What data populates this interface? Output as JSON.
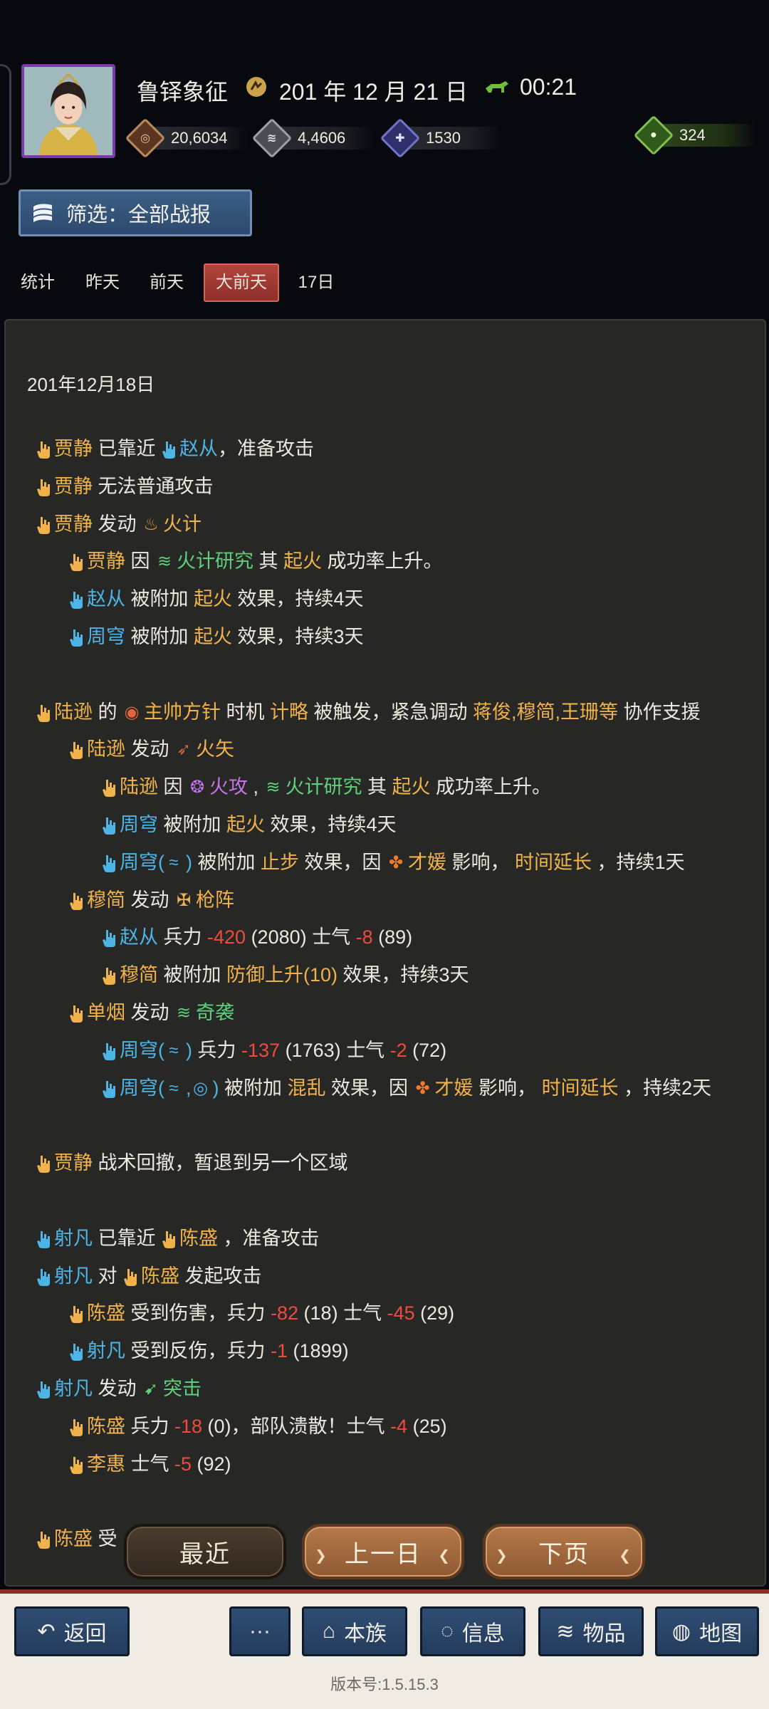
{
  "header": {
    "player_name": "鲁铎象征",
    "date": "201 年 12 月 21 日",
    "time": "00:21",
    "resources": [
      {
        "icon": "copper-coin-icon",
        "value": "20,6034",
        "color": "#b98a5c"
      },
      {
        "icon": "grain-icon",
        "value": "4,4606",
        "color": "#9aa0a8"
      },
      {
        "icon": "soldier-icon",
        "value": "1530",
        "color": "#6f74c8"
      },
      {
        "icon": "potion-icon",
        "value": "324",
        "color": "#5aa640"
      }
    ]
  },
  "filter": {
    "label": "筛选：全部战报"
  },
  "tabs": [
    {
      "label": "统计",
      "active": false
    },
    {
      "label": "昨天",
      "active": false
    },
    {
      "label": "前天",
      "active": false
    },
    {
      "label": "大前天",
      "active": true
    },
    {
      "label": "17日",
      "active": false
    }
  ],
  "report": {
    "date_heading": "201年12月18日",
    "lines": [
      {
        "indent": 0,
        "segments": [
          {
            "text": "贾静",
            "color": "gold",
            "hand": "gold"
          },
          {
            "text": " 已靠近 ",
            "color": "white"
          },
          {
            "text": "赵从",
            "color": "blue",
            "hand": "blue"
          },
          {
            "text": "，准备攻击",
            "color": "white"
          }
        ]
      },
      {
        "indent": 0,
        "segments": [
          {
            "text": "贾静",
            "color": "gold",
            "hand": "gold"
          },
          {
            "text": " 无法普通攻击",
            "color": "white"
          }
        ]
      },
      {
        "indent": 0,
        "segments": [
          {
            "text": "贾静",
            "color": "gold",
            "hand": "gold"
          },
          {
            "text": " 发动 ",
            "color": "white"
          },
          {
            "text": "火计",
            "color": "gold",
            "skill": "fire"
          }
        ]
      },
      {
        "indent": 1,
        "segments": [
          {
            "text": "贾静",
            "color": "gold",
            "hand": "gold"
          },
          {
            "text": " 因 ",
            "color": "white"
          },
          {
            "text": "火计研究",
            "color": "green",
            "skill": "grass"
          },
          {
            "text": " 其 ",
            "color": "white"
          },
          {
            "text": "起火",
            "color": "gold"
          },
          {
            "text": " 成功率上升。",
            "color": "white"
          }
        ]
      },
      {
        "indent": 1,
        "segments": [
          {
            "text": "赵从",
            "color": "blue",
            "hand": "blue"
          },
          {
            "text": " 被附加 ",
            "color": "white"
          },
          {
            "text": "起火",
            "color": "gold"
          },
          {
            "text": " 效果，持续4天",
            "color": "white"
          }
        ]
      },
      {
        "indent": 1,
        "segments": [
          {
            "text": "周穹",
            "color": "blue",
            "hand": "blue"
          },
          {
            "text": " 被附加 ",
            "color": "white"
          },
          {
            "text": "起火",
            "color": "gold"
          },
          {
            "text": " 效果，持续3天",
            "color": "white"
          }
        ]
      },
      {
        "gap": true
      },
      {
        "indent": 0,
        "segments": [
          {
            "text": "陆逊",
            "color": "gold",
            "hand": "gold"
          },
          {
            "text": " 的 ",
            "color": "white"
          },
          {
            "text": "主帅方针",
            "color": "gold",
            "skill": "seal"
          },
          {
            "text": " 时机 ",
            "color": "white"
          },
          {
            "text": "计略",
            "color": "gold"
          },
          {
            "text": " 被触发，紧急调动 ",
            "color": "white"
          },
          {
            "text": "蒋俊,穆简,王珊等",
            "color": "gold"
          },
          {
            "text": " 协作支援",
            "color": "white"
          }
        ]
      },
      {
        "indent": 1,
        "segments": [
          {
            "text": "陆逊",
            "color": "gold",
            "hand": "gold"
          },
          {
            "text": " 发动 ",
            "color": "white"
          },
          {
            "text": "火矢",
            "color": "gold",
            "skill": "arrow"
          }
        ]
      },
      {
        "indent": 2,
        "segments": [
          {
            "text": "陆逊",
            "color": "gold",
            "hand": "gold"
          },
          {
            "text": " 因 ",
            "color": "white"
          },
          {
            "text": "火攻",
            "color": "purple",
            "skill": "flame"
          },
          {
            "text": " , ",
            "color": "white"
          },
          {
            "text": "火计研究",
            "color": "green",
            "skill": "grass"
          },
          {
            "text": " 其 ",
            "color": "white"
          },
          {
            "text": "起火",
            "color": "gold"
          },
          {
            "text": " 成功率上升。",
            "color": "white"
          }
        ]
      },
      {
        "indent": 2,
        "segments": [
          {
            "text": "周穹",
            "color": "blue",
            "hand": "blue"
          },
          {
            "text": " 被附加 ",
            "color": "white"
          },
          {
            "text": "起火",
            "color": "gold"
          },
          {
            "text": " 效果，持续4天",
            "color": "white"
          }
        ]
      },
      {
        "indent": 2,
        "segments": [
          {
            "text": "周穹(",
            "color": "blue",
            "hand": "blue"
          },
          {
            "text": "",
            "color": "blue",
            "skill": "wave"
          },
          {
            "text": ")",
            "color": "blue"
          },
          {
            "text": " 被附加 ",
            "color": "white"
          },
          {
            "text": "止步",
            "color": "gold"
          },
          {
            "text": " 效果，因 ",
            "color": "white"
          },
          {
            "text": "才媛",
            "color": "gold",
            "skill": "orange"
          },
          {
            "text": " 影响， ",
            "color": "white"
          },
          {
            "text": "时间延长",
            "color": "gold"
          },
          {
            "text": " ，持续1天",
            "color": "white"
          }
        ]
      },
      {
        "indent": 1,
        "segments": [
          {
            "text": "穆简",
            "color": "gold",
            "hand": "gold"
          },
          {
            "text": " 发动 ",
            "color": "white"
          },
          {
            "text": "枪阵",
            "color": "gold",
            "skill": "spear"
          }
        ]
      },
      {
        "indent": 2,
        "segments": [
          {
            "text": "赵从",
            "color": "blue",
            "hand": "blue"
          },
          {
            "text": " 兵力 ",
            "color": "white"
          },
          {
            "text": "-420",
            "color": "red"
          },
          {
            "text": " (2080) 士气 ",
            "color": "white"
          },
          {
            "text": "-8",
            "color": "red"
          },
          {
            "text": " (89)",
            "color": "white"
          }
        ]
      },
      {
        "indent": 2,
        "segments": [
          {
            "text": "穆简",
            "color": "gold",
            "hand": "gold"
          },
          {
            "text": " 被附加 ",
            "color": "white"
          },
          {
            "text": "防御上升(10)",
            "color": "gold"
          },
          {
            "text": " 效果，持续3天",
            "color": "white"
          }
        ]
      },
      {
        "indent": 1,
        "segments": [
          {
            "text": "单烟",
            "color": "gold",
            "hand": "gold"
          },
          {
            "text": " 发动 ",
            "color": "white"
          },
          {
            "text": "奇袭",
            "color": "green",
            "skill": "grass"
          }
        ]
      },
      {
        "indent": 2,
        "segments": [
          {
            "text": "周穹(",
            "color": "blue",
            "hand": "blue"
          },
          {
            "text": "",
            "color": "blue",
            "skill": "wave"
          },
          {
            "text": ")",
            "color": "blue"
          },
          {
            "text": " 兵力 ",
            "color": "white"
          },
          {
            "text": "-137",
            "color": "red"
          },
          {
            "text": " (1763) 士气 ",
            "color": "white"
          },
          {
            "text": "-2",
            "color": "red"
          },
          {
            "text": " (72)",
            "color": "white"
          }
        ]
      },
      {
        "indent": 2,
        "segments": [
          {
            "text": "周穹(",
            "color": "blue",
            "hand": "blue"
          },
          {
            "text": "",
            "color": "blue",
            "skill": "wave"
          },
          {
            "text": ",",
            "color": "blue"
          },
          {
            "text": "",
            "color": "blue",
            "skill": "swirl"
          },
          {
            "text": ")",
            "color": "blue"
          },
          {
            "text": " 被附加 ",
            "color": "white"
          },
          {
            "text": "混乱",
            "color": "gold"
          },
          {
            "text": " 效果，因 ",
            "color": "white"
          },
          {
            "text": "才媛",
            "color": "gold",
            "skill": "orange"
          },
          {
            "text": " 影响， ",
            "color": "white"
          },
          {
            "text": "时间延长",
            "color": "gold"
          },
          {
            "text": " ，持续2天",
            "color": "white"
          }
        ]
      },
      {
        "gap": true
      },
      {
        "indent": 0,
        "segments": [
          {
            "text": "贾静",
            "color": "gold",
            "hand": "gold"
          },
          {
            "text": " 战术回撤，暂退到另一个区域",
            "color": "white"
          }
        ]
      },
      {
        "gap": true
      },
      {
        "indent": 0,
        "segments": [
          {
            "text": "射凡",
            "color": "blue",
            "hand": "blue"
          },
          {
            "text": " 已靠近 ",
            "color": "white"
          },
          {
            "text": "陈盛",
            "color": "gold",
            "hand": "gold"
          },
          {
            "text": " ，准备攻击",
            "color": "white"
          }
        ]
      },
      {
        "indent": 0,
        "segments": [
          {
            "text": "射凡",
            "color": "blue",
            "hand": "blue"
          },
          {
            "text": " 对 ",
            "color": "white"
          },
          {
            "text": "陈盛",
            "color": "gold",
            "hand": "gold"
          },
          {
            "text": " 发起攻击",
            "color": "white"
          }
        ]
      },
      {
        "indent": 1,
        "segments": [
          {
            "text": "陈盛",
            "color": "gold",
            "hand": "gold"
          },
          {
            "text": " 受到伤害，兵力 ",
            "color": "white"
          },
          {
            "text": "-82",
            "color": "red"
          },
          {
            "text": " (18) 士气 ",
            "color": "white"
          },
          {
            "text": "-45",
            "color": "red"
          },
          {
            "text": " (29)",
            "color": "white"
          }
        ]
      },
      {
        "indent": 1,
        "segments": [
          {
            "text": "射凡",
            "color": "blue",
            "hand": "blue"
          },
          {
            "text": " 受到反伤，兵力 ",
            "color": "white"
          },
          {
            "text": "-1",
            "color": "red"
          },
          {
            "text": " (1899)",
            "color": "white"
          }
        ]
      },
      {
        "indent": 0,
        "segments": [
          {
            "text": "射凡",
            "color": "blue",
            "hand": "blue"
          },
          {
            "text": " 发动 ",
            "color": "white"
          },
          {
            "text": "突击",
            "color": "green",
            "skill": "dash"
          }
        ]
      },
      {
        "indent": 1,
        "segments": [
          {
            "text": "陈盛",
            "color": "gold",
            "hand": "gold"
          },
          {
            "text": " 兵力 ",
            "color": "white"
          },
          {
            "text": "-18",
            "color": "red"
          },
          {
            "text": " (0)，部队溃散！士气 ",
            "color": "white"
          },
          {
            "text": "-4",
            "color": "red"
          },
          {
            "text": " (25)",
            "color": "white"
          }
        ]
      },
      {
        "indent": 1,
        "segments": [
          {
            "text": "李惠",
            "color": "gold",
            "hand": "gold"
          },
          {
            "text": " 士气 ",
            "color": "white"
          },
          {
            "text": "-5",
            "color": "red"
          },
          {
            "text": " (92)",
            "color": "white"
          }
        ]
      },
      {
        "gap": true
      },
      {
        "indent": 0,
        "segments": [
          {
            "text": "陈盛",
            "color": "gold",
            "hand": "gold"
          },
          {
            "text": " 受",
            "color": "white"
          }
        ]
      }
    ]
  },
  "floating_nav": {
    "recent": "最近",
    "prev_day": "上一日",
    "next_page": "下页"
  },
  "bottom_bar": {
    "back": "返回",
    "more": "···",
    "clan": "本族",
    "info": "信息",
    "items": "物品",
    "map": "地图",
    "version": "版本号:1.5.15.3"
  },
  "colors": {
    "gold": "#f0b24a",
    "blue": "#4db5e6",
    "green": "#5fd07a",
    "red": "#f04a3e",
    "purple": "#c473e8"
  }
}
